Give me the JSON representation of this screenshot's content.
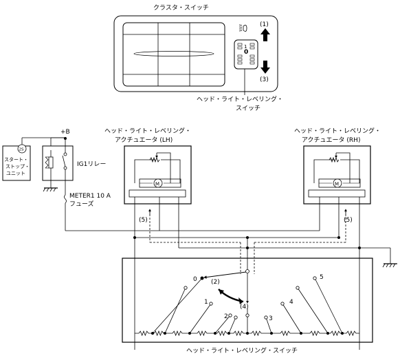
{
  "cluster_switch": {
    "title": "クラスタ・スイッチ",
    "dial_mark": "0",
    "dial_tick": "1",
    "up_label": "(1)",
    "down_label": "(3)"
  },
  "leveling_switch_caption": [
    "ヘッド・ライト・レベリング・",
    "スイッチ"
  ],
  "supply": {
    "plus_b": "+B",
    "ig1_relay": "IG1リレー",
    "fuse_lines": [
      "METER1 10 A",
      "フューズ"
    ]
  },
  "start_stop_unit": {
    "badge": "2S",
    "lines": [
      "スタート・",
      "ストップ・",
      "ユニット"
    ]
  },
  "actuator_lh": {
    "lines": [
      "ヘッド・ライト・レベリング・",
      "アクチュエータ (LH)"
    ],
    "motor": "M",
    "callout": "(5)"
  },
  "actuator_rh": {
    "lines": [
      "ヘッド・ライト・レベリング・",
      "アクチュエータ (RH)"
    ],
    "motor": "M",
    "callout": "(5)"
  },
  "switch_box": {
    "caption": "ヘッド・ライト・レベリング・スイッチ",
    "positions": [
      "0",
      "1",
      "2",
      "3",
      "4",
      "5"
    ],
    "rotation_callouts": [
      "(2)",
      "(4)"
    ]
  }
}
